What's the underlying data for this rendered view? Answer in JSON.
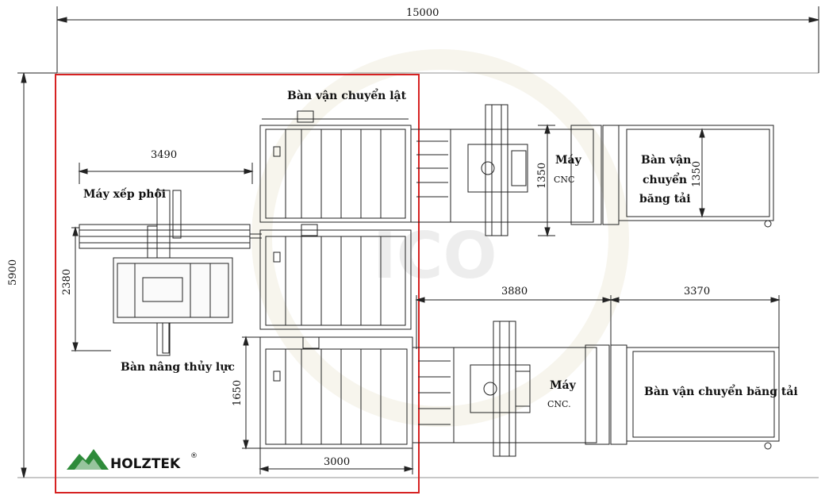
{
  "dimensions": {
    "total_width": "15000",
    "total_height": "5900",
    "stacker_width": "3490",
    "stacker_height": "2380",
    "table_height": "1650",
    "table_width": "3000",
    "cnc_height_top": "1350",
    "conveyor_height_top": "1350",
    "cnc_length_bottom": "3880",
    "conveyor_length_bottom": "3370"
  },
  "labels": {
    "flip_conveyor": "Bàn vận chuyển lật",
    "stacker": "Máy xếp phôi",
    "hydraulic_lift": "Bàn nâng thủy lực",
    "cnc_top_line1": "Máy",
    "cnc_top_line2": "CNC",
    "belt_top_line1": "Bàn vận",
    "belt_top_line2": "chuyển",
    "belt_top_line3": "băng tải",
    "cnc_bottom_line1": "Máy",
    "cnc_bottom_line2": "CNC.",
    "belt_bottom": "Bàn vận chuyển băng tải"
  },
  "logo": {
    "text": "HOLZTEK",
    "registered": "®",
    "color": "#2e8b3a"
  },
  "colors": {
    "highlight_box": "#d62222",
    "line": "#222222"
  }
}
